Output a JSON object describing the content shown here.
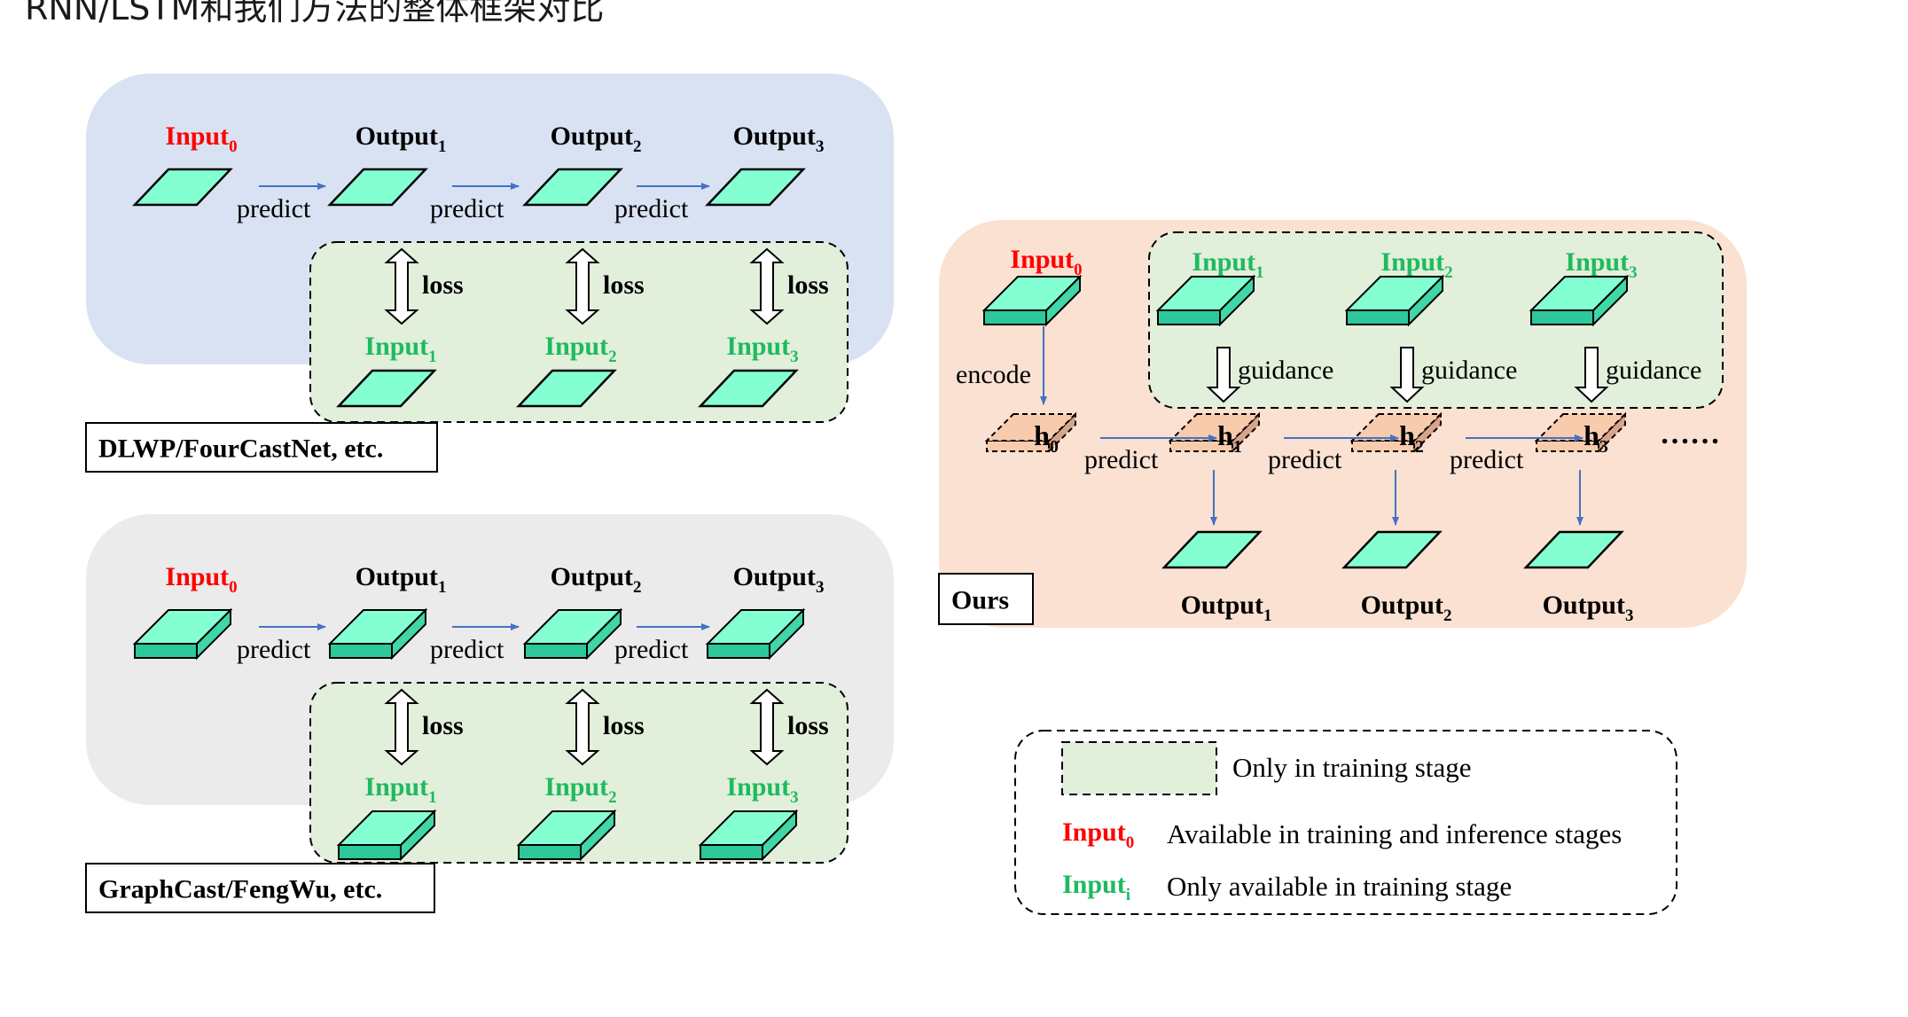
{
  "page_title": "RNN/LSTM和我们方法的整体框架对比",
  "colors": {
    "panel_blue": "#d9e2f3",
    "panel_gray": "#ebebeb",
    "panel_orange": "#fbe1d2",
    "training_green": "#e2efda",
    "cell_fill": "#84ffd2",
    "cell_side": "#2ec79a",
    "hidden_fill": "#f8cbad",
    "arrow_blue": "#4472c4",
    "input0_red": "#ff0000",
    "inputi_green": "#1dbb5f"
  },
  "panels": {
    "dlwp": {
      "caption": "DLWP/FourCastNet, etc.",
      "input0": {
        "base": "Input",
        "sub": "0"
      },
      "outputs": [
        {
          "base": "Output",
          "sub": "1"
        },
        {
          "base": "Output",
          "sub": "2"
        },
        {
          "base": "Output",
          "sub": "3"
        }
      ],
      "predict_labels": [
        "predict",
        "predict",
        "predict"
      ],
      "loss_labels": [
        "loss",
        "loss",
        "loss"
      ],
      "targets": [
        {
          "base": "Input",
          "sub": "1"
        },
        {
          "base": "Input",
          "sub": "2"
        },
        {
          "base": "Input",
          "sub": "3"
        }
      ]
    },
    "graphcast": {
      "caption": "GraphCast/FengWu, etc.",
      "input0": {
        "base": "Input",
        "sub": "0"
      },
      "outputs": [
        {
          "base": "Output",
          "sub": "1"
        },
        {
          "base": "Output",
          "sub": "2"
        },
        {
          "base": "Output",
          "sub": "3"
        }
      ],
      "predict_labels": [
        "predict",
        "predict",
        "predict"
      ],
      "loss_labels": [
        "loss",
        "loss",
        "loss"
      ],
      "targets": [
        {
          "base": "Input",
          "sub": "1"
        },
        {
          "base": "Input",
          "sub": "2"
        },
        {
          "base": "Input",
          "sub": "3"
        }
      ]
    },
    "ours": {
      "caption": "Ours",
      "input0": {
        "base": "Input",
        "sub": "0"
      },
      "encode_label": "encode",
      "guidance_inputs": [
        {
          "base": "Input",
          "sub": "1"
        },
        {
          "base": "Input",
          "sub": "2"
        },
        {
          "base": "Input",
          "sub": "3"
        }
      ],
      "guidance_labels": [
        "guidance",
        "guidance",
        "guidance"
      ],
      "hidden_states": [
        {
          "base": "h",
          "sub": "0"
        },
        {
          "base": "h",
          "sub": "1"
        },
        {
          "base": "h",
          "sub": "2"
        },
        {
          "base": "h",
          "sub": "3"
        }
      ],
      "predict_labels": [
        "predict",
        "predict",
        "predict"
      ],
      "ellipsis": "……",
      "outputs": [
        {
          "base": "Output",
          "sub": "1"
        },
        {
          "base": "Output",
          "sub": "2"
        },
        {
          "base": "Output",
          "sub": "3"
        }
      ]
    }
  },
  "legend": {
    "training_box_text": "Only in training stage",
    "input0": {
      "base": "Input",
      "sub": "0",
      "text": "Available in training and inference stages"
    },
    "inputi": {
      "base": "Input",
      "sub": "i",
      "text": "Only available in training stage"
    }
  }
}
